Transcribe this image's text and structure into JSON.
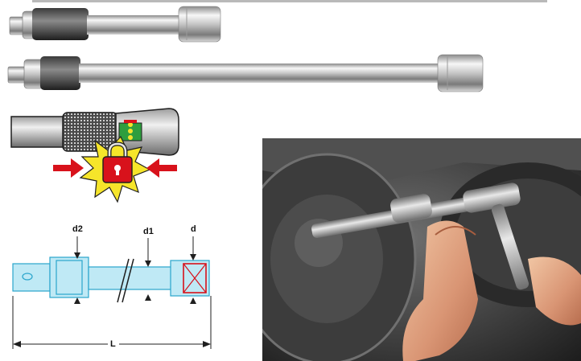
{
  "dimensions": {
    "d2": "d2",
    "d1": "d1",
    "d": "d",
    "L": "L"
  },
  "colors": {
    "chrome_light": "#f2f2f2",
    "chrome_mid": "#bdbdbd",
    "chrome_dark": "#6e6e6e",
    "lock_body": "#d8121b",
    "burst_yellow": "#f6e52a",
    "arrow_red": "#d8121b",
    "diagram_cyan": "#bfe9f5",
    "diagram_stroke": "#2aa5cc",
    "diagram_red": "#d8121b"
  },
  "icons": [
    "padlock-icon",
    "arrow-right-icon",
    "arrow-left-icon"
  ]
}
